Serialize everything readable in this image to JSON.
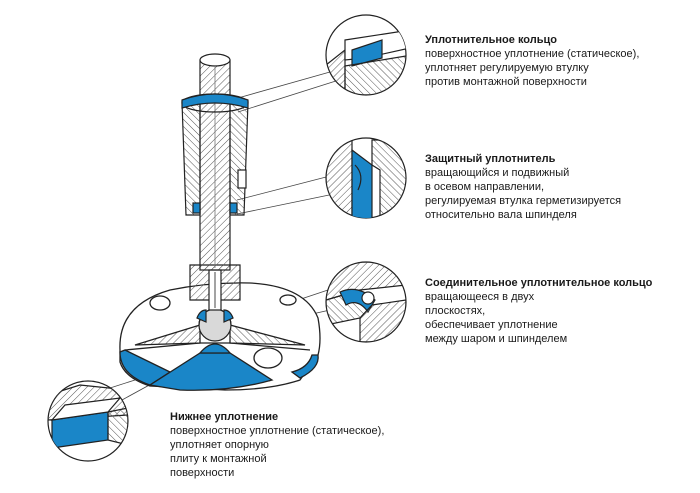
{
  "colors": {
    "seal": "#1a86c8",
    "stroke": "#222222",
    "hatch": "#555555",
    "background": "#ffffff"
  },
  "callouts": [
    {
      "id": "oring",
      "title": "Уплотнительное кольцо",
      "lines": [
        "поверхностное уплотнение (статическое),",
        "уплотняет регулируемую втулку",
        "против монтажной поверхности"
      ]
    },
    {
      "id": "guard",
      "title": "Защитный уплотнитель",
      "lines": [
        "вращающийся и подвижный",
        "в осевом направлении,",
        "регулируемая втулка герметизируется",
        "относительно вала шпинделя"
      ]
    },
    {
      "id": "joint",
      "title": "Соединительное уплотнительное кольцо",
      "lines": [
        "вращающееся в двух",
        "плоскостях,",
        "обеспечивает уплотнение",
        "между шаром и шпинделем"
      ]
    },
    {
      "id": "bottom",
      "title": "Нижнее уплотнение",
      "lines": [
        "поверхностное уплотнение (статическое),",
        "уплотняет опорную",
        "плиту к монтажной",
        "поверхности"
      ]
    }
  ]
}
